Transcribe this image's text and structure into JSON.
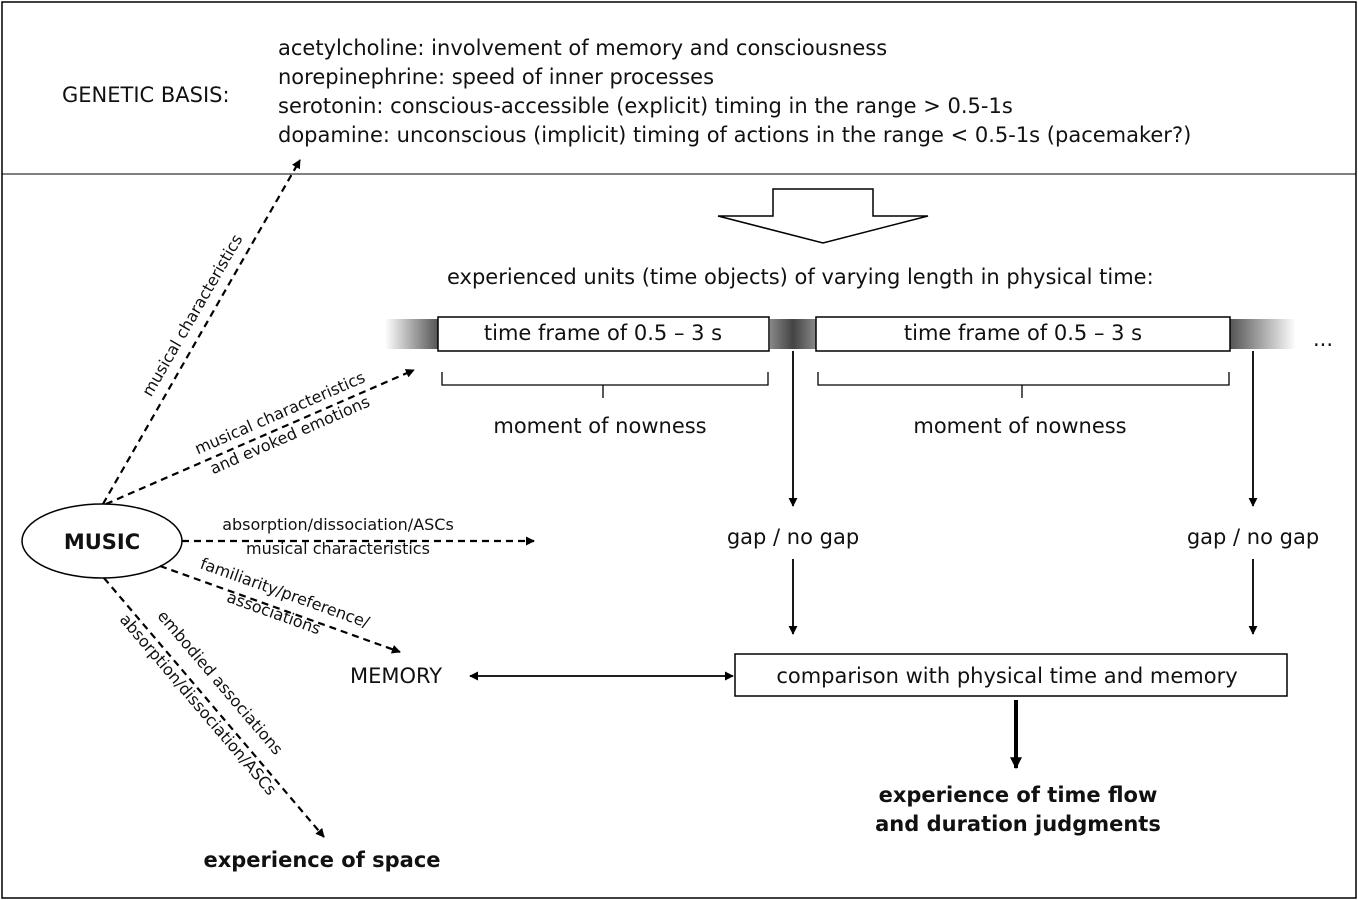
{
  "genetic": {
    "label": "GENETIC BASIS:",
    "lines": [
      "acetylcholine: involvement of memory and consciousness",
      "norepinephrine: speed of inner processes",
      "serotonin: conscious-accessible (explicit) timing in the range > 0.5-1s",
      "dopamine: unconscious (implicit) timing of actions in the range < 0.5-1s (pacemaker?)"
    ]
  },
  "units_heading": "experienced units (time objects) of varying length in physical time:",
  "time_frames": [
    {
      "label": "time frame of 0.5 – 3 s",
      "moment": "moment of nowness",
      "gap": "gap / no gap"
    },
    {
      "label": "time frame of 0.5 – 3 s",
      "moment": "moment of nowness",
      "gap": "gap / no gap"
    }
  ],
  "ellipsis": "...",
  "music": {
    "label": "MUSIC",
    "arrows": {
      "to_genetic": "musical characteristics",
      "to_units_line1": "musical characteristics",
      "to_units_line2": "and evoked emotions",
      "to_gap_line1": "absorption/dissociation/ASCs",
      "to_gap_line2": "musical characteristics",
      "to_memory_line1": "familiarity/preference/",
      "to_memory_line2": "associations",
      "to_space_line1": "embodied associations",
      "to_space_line2": "absorption/dissociation/ASCs"
    }
  },
  "memory_label": "MEMORY",
  "comparison": "comparison with physical time and memory",
  "time_flow": {
    "line1": "experience of time flow",
    "line2": "and duration judgments"
  },
  "space": "experience of space",
  "colors": {
    "line": "#000000",
    "gradient_mid": "#555555"
  }
}
